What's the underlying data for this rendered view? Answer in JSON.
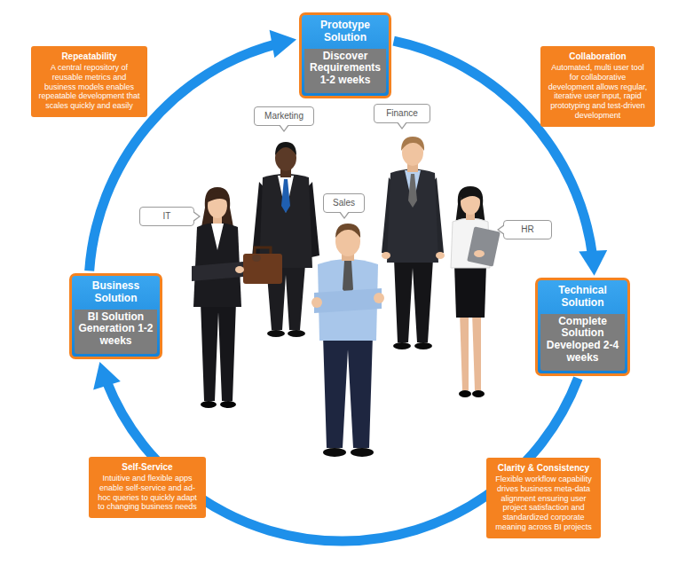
{
  "diagram": {
    "nodes": [
      {
        "text": [
          "Prototype Solution"
        ]
      },
      {
        "text": [
          "Discover Requirements 1-2 weeks"
        ],
        "in": 0
      },
      {
        "text": [
          "Repeatability",
          "A central repository of reusable metrics and business models enables repeatable development that scales quickly and easily"
        ]
      },
      {
        "text": [
          "Collaboration",
          "Automated, multi user tool for collaborative development allows regular, iterative user input, rapid prototyping and test-driven development"
        ]
      },
      {
        "text": [
          "Marketing"
        ]
      },
      {
        "text": [
          "Finance"
        ]
      },
      {
        "text": [
          "Sales"
        ]
      },
      {
        "text": [
          "IT"
        ]
      },
      {
        "text": [
          "HR"
        ]
      },
      {
        "text": [
          "Business Solution"
        ]
      },
      {
        "text": [
          "BI Solution Generation 1-2 weeks"
        ],
        "in": 9
      },
      {
        "text": [
          "Technical Solution"
        ]
      },
      {
        "text": [
          "Complete Solution Developed 2-4 weeks"
        ],
        "in": 11
      },
      {
        "text": [
          "Self-Service",
          "Intuitive and flexible apps enable self-service and ad-hoc queries to quickly adapt to changing business needs"
        ]
      },
      {
        "text": [
          "Clarity & Consistency",
          "Flexible workflow capability drives business meta-data alignment ensuring user project satisfaction and standardized corporate meaning across BI projects"
        ]
      }
    ],
    "edges": [
      {
        "from": 9,
        "to": 0,
        "arrow": "to"
      },
      {
        "from": 0,
        "to": 11,
        "arrow": "to"
      },
      {
        "from": 11,
        "to": 9,
        "arrow": "to"
      }
    ]
  }
}
